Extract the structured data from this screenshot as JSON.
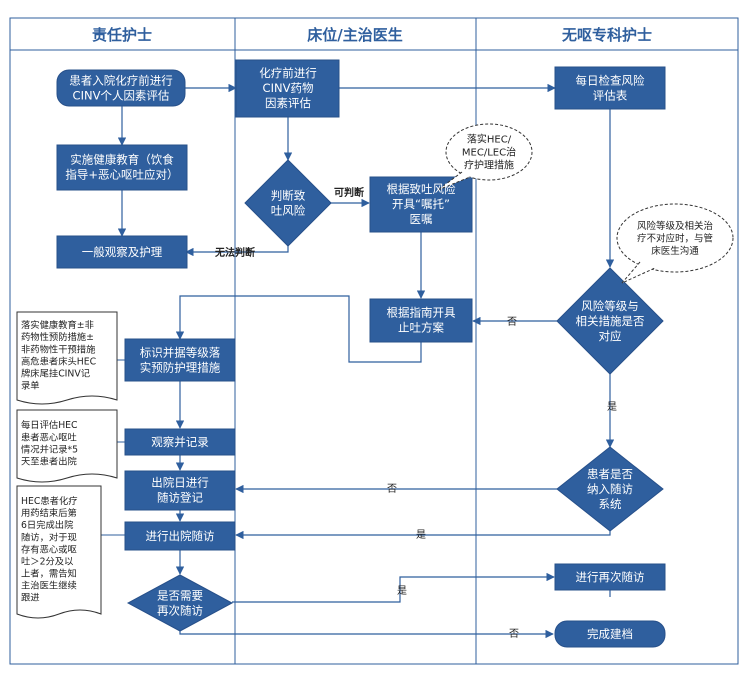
{
  "lanes": {
    "nurse": "责任护士",
    "doctor": "床位/主治医生",
    "specialist": "无呕专科护士"
  },
  "nodes": {
    "admission_assessment": [
      "患者入院化疗前进行",
      "CINV个人因素评估"
    ],
    "health_education": [
      "实施健康教育（饮食",
      "指导+恶心呕吐应对）"
    ],
    "general_observation": [
      "一般观察及护理"
    ],
    "drug_risk_assessment": [
      "化疗前进行",
      "CINV药物",
      "因素评估"
    ],
    "judge_risk": [
      "判断致",
      "吐风险"
    ],
    "issue_orders": [
      "根据致吐风险",
      "开具“嘱托”",
      "医嘱"
    ],
    "antiemetic_plan": [
      "根据指南开具",
      "止吐方案"
    ],
    "daily_check": [
      "每日检查风险",
      "评估表"
    ],
    "risk_match": [
      "风险等级与",
      "相关措施是否",
      "对应"
    ],
    "identify_measures": [
      "标识并据等级落",
      "实预防护理措施"
    ],
    "observe_record": [
      "观察并记录"
    ],
    "discharge_register": [
      "出院日进行",
      "随访登记"
    ],
    "include_followup": [
      "患者是否",
      "纳入随访",
      "系统"
    ],
    "discharge_followup": [
      "进行出院随访"
    ],
    "need_followup": [
      "是否需要",
      "再次随访"
    ],
    "re_followup": [
      "进行再次随访"
    ],
    "complete_archive": [
      "完成建档"
    ]
  },
  "callouts": {
    "hec_measures": [
      "落实HEC/",
      "MEC/LEC治",
      "疗护理措施"
    ],
    "risk_mismatch": [
      "风险等级及相关治",
      "疗不对应时，与管",
      "床医生沟通"
    ]
  },
  "notes": {
    "education_note": [
      "落实健康教育±非",
      "药物性预防措施±",
      "非药物性干预措施",
      "高危患者床头HEC",
      "牌床尾挂CINV记",
      "录单"
    ],
    "daily_note": [
      "每日评估HEC",
      "患者恶心呕吐",
      "情况并记录*5",
      "天至患者出院"
    ],
    "followup_note": [
      "HEC患者化疗",
      "用药结束后第",
      "6日完成出院",
      "随访，对于现",
      "存有恶心或呕",
      "吐＞2分及以",
      "上者，需告知",
      "主治医生继续",
      "跟进"
    ]
  },
  "edge_labels": {
    "judgeable": "可判断",
    "not_judgeable": "无法判断",
    "no_1": "否",
    "yes_1": "是",
    "no_2": "否",
    "yes_2": "是",
    "yes_3": "是",
    "no_3": "否"
  },
  "colors": {
    "box_fill": "#2f5f9e",
    "box_stroke": "#27508a",
    "lane_header": "#2f5f9e",
    "line": "#2f5f9e",
    "grid": "#bcc8da",
    "note_border": "#333333"
  }
}
